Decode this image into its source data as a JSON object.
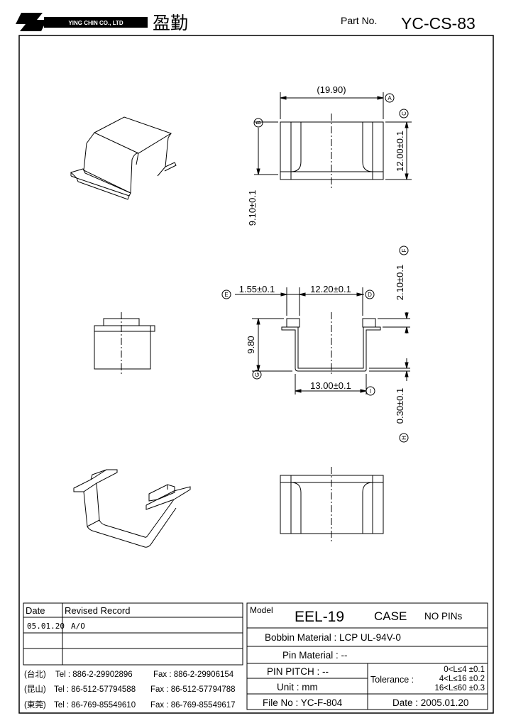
{
  "header": {
    "company": "YING CHIN CO., LTD",
    "brand_cn": "盈勤",
    "part_no_label": "Part No.",
    "part_no": "YC-CS-83"
  },
  "dimensions": {
    "top_width": "(19.90)",
    "top_height": "12.00±0.1",
    "top_pin_offset": "9.10±0.1",
    "side_left": "1.55±0.1",
    "side_span": "12.20±0.1",
    "side_flange": "2.10±0.1",
    "side_depth": "9.80",
    "side_inner": "13.00±0.1",
    "side_thickness": "0.30±0.1"
  },
  "callouts": [
    "A",
    "B",
    "C",
    "D",
    "E",
    "F",
    "G",
    "H",
    "I"
  ],
  "revisions": {
    "date_header": "Date",
    "record_header": "Revised Record",
    "rows": [
      {
        "date": "05.01.20",
        "record": "A/O"
      },
      {
        "date": "",
        "record": ""
      },
      {
        "date": "",
        "record": ""
      }
    ]
  },
  "contacts": [
    {
      "place": "(台北)",
      "tel": "Tel : 886-2-29902896",
      "fax": "Fax : 886-2-29906154"
    },
    {
      "place": "(昆山)",
      "tel": "Tel : 86-512-57794588",
      "fax": "Fax : 86-512-57794788"
    },
    {
      "place": "(東莞)",
      "tel": "Tel : 86-769-85549610",
      "fax": "Fax : 86-769-85549617"
    }
  ],
  "spec": {
    "model_label": "Model",
    "model": "EEL-19",
    "case": "CASE",
    "no_pins": "NO PINs",
    "bobbin_material": "Bobbin Material : LCP UL-94V-0",
    "pin_material": "Pin Material : --",
    "pin_pitch": "PIN PITCH : --",
    "unit": "Unit : mm",
    "file_no": "File No : YC-F-804",
    "tolerance_label": "Tolerance :",
    "tolerance_lines": [
      "0<L≤4 ±0.1",
      "4<L≤16 ±0.2",
      "16<L≤60 ±0.3"
    ],
    "date": "Date : 2005.01.20"
  }
}
